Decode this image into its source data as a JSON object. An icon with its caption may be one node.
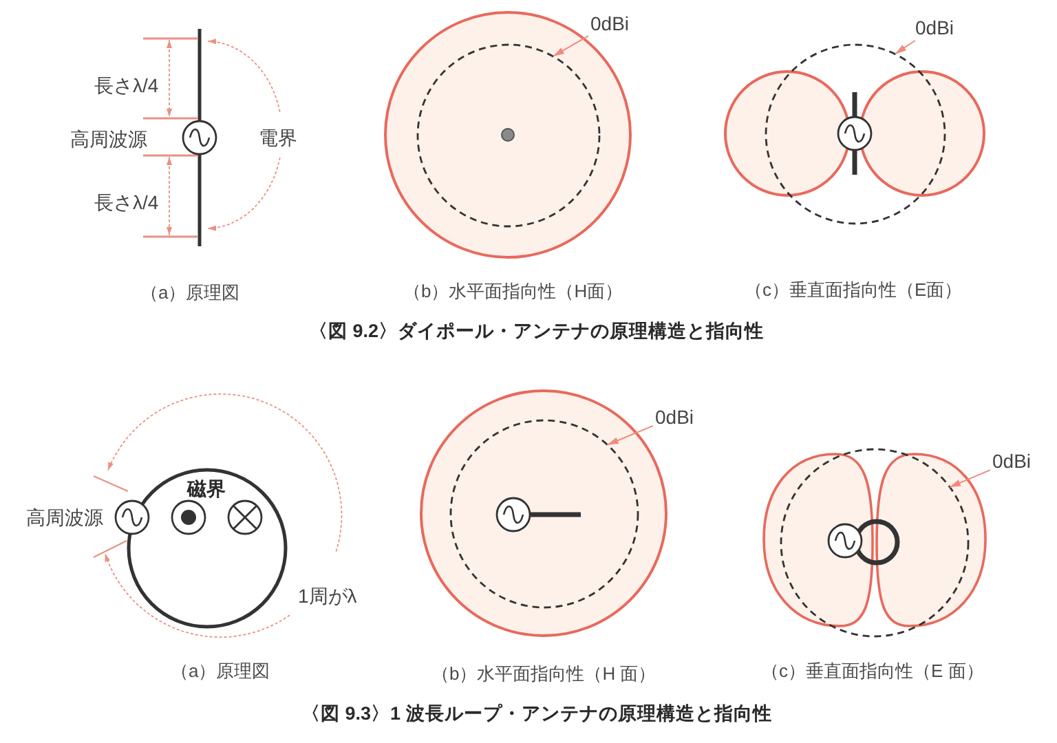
{
  "diagram": {
    "nodes": [
      {
        "text": [
          "0dBi"
        ]
      },
      {
        "text": [],
        "shape": "circle"
      },
      {
        "text": [
          "0dBi"
        ]
      },
      {
        "text": [],
        "shape": "circle"
      },
      {
        "text": [
          "磁界"
        ]
      },
      {
        "text": [
          "0dBi"
        ]
      },
      {
        "text": [],
        "shape": "circle"
      },
      {
        "text": [
          "0dBi"
        ]
      },
      {
        "text": [],
        "shape": "circle"
      }
    ],
    "edges": [
      {
        "from": 0,
        "to": 1,
        "arrow": "to"
      },
      {
        "from": 2,
        "to": 3,
        "arrow": "to"
      },
      {
        "from": 5,
        "to": 6,
        "arrow": "to"
      },
      {
        "from": 7,
        "to": 8,
        "arrow": "to"
      }
    ],
    "labels": [
      "長さλ/4",
      "高周波源",
      "電界",
      "長さλ/4",
      "（a）原理図",
      "（b）水平面指向性（H面）",
      "（c）垂直面指向性（E面）",
      "〈図 9.2〉ダイポール・アンテナの原理構造と指向性",
      "高周波源",
      "1周がλ",
      "（a）原理図",
      "（b）水平面指向性（H 面）",
      "（c）垂直面指向性（E 面）",
      "〈図 9.3〉1 波長ループ・アンテナの原理構造と指向性"
    ]
  }
}
